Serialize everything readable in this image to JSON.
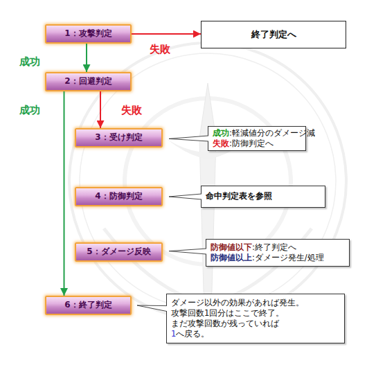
{
  "diagram": {
    "nodes": [
      {
        "text": [
          "1：攻撃判定"
        ]
      },
      {
        "text": [
          "終了判定へ"
        ]
      },
      {
        "text": [
          "2：回避判定"
        ]
      },
      {
        "text": [
          "3：受け判定"
        ]
      },
      {
        "text": [
          "成功",
          ":軽減値分のダメージ減",
          "失敗",
          ":防御判定へ"
        ]
      },
      {
        "text": [
          "4：防御判定"
        ]
      },
      {
        "text": [
          "命中判定表を参照"
        ]
      },
      {
        "text": [
          "5：ダメージ反映"
        ]
      },
      {
        "text": [
          "防御値以下",
          ":終了判定へ",
          "防御値以上",
          ":ダメージ発生/処理"
        ]
      },
      {
        "text": [
          "6：終了判定"
        ]
      },
      {
        "text": [
          "ダメージ以外の効果があれば発生。",
          "攻撃回数1回分はここで終了。",
          "まだ攻撃回数が残っていれば",
          "1",
          "へ戻る。"
        ]
      }
    ],
    "edges": [
      {
        "from": 0,
        "to": 2,
        "arrow": "to",
        "label": "成功"
      },
      {
        "from": 0,
        "to": 1,
        "arrow": "to",
        "label": "失敗"
      },
      {
        "from": 2,
        "to": 9,
        "arrow": "to",
        "label": "成功"
      },
      {
        "from": 2,
        "to": 3,
        "arrow": "to",
        "label": "失敗"
      },
      {
        "from": 3,
        "to": 4,
        "arrow": "none"
      },
      {
        "from": 5,
        "to": 6,
        "arrow": "none"
      },
      {
        "from": 7,
        "to": 8,
        "arrow": "none"
      },
      {
        "from": 9,
        "to": 10,
        "arrow": "none"
      }
    ]
  }
}
